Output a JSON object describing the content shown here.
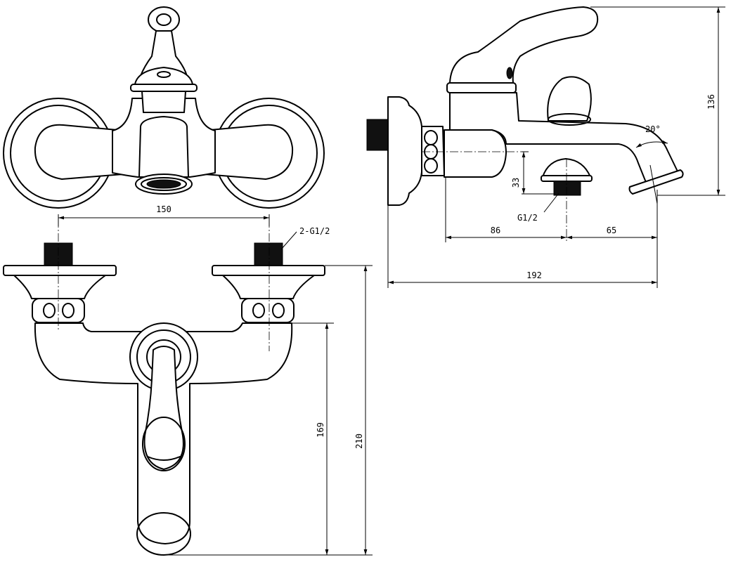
{
  "dimensions": {
    "inlet_spacing": "150",
    "inlet_thread": "2-G1/2",
    "height_total": "210",
    "height_inlet_to_spout": "169",
    "side_height": "136",
    "spout_angle": "20°",
    "diverter_drop": "33",
    "outlet_thread": "G1/2",
    "wall_to_outlet": "86",
    "outlet_to_spout_end": "65",
    "total_projection": "192"
  },
  "colors": {
    "line": "#000000",
    "background": "#ffffff"
  }
}
